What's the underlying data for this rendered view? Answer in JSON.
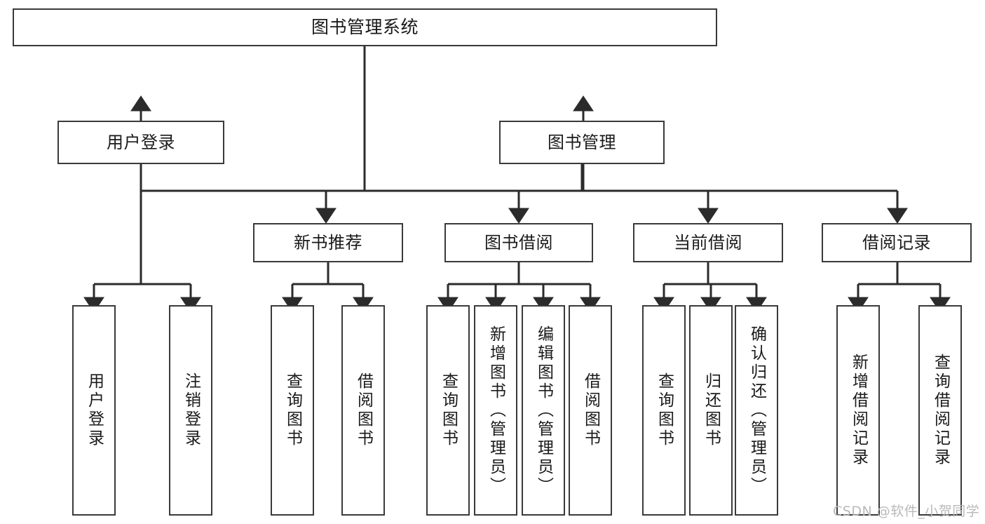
{
  "diagram": {
    "type": "tree-hierarchy",
    "title": "图书管理系统",
    "colors": {
      "box_border": "#3a3a3a",
      "box_fill": "#ffffff",
      "connector": "#2b2b2b",
      "text": "#1a1a1a",
      "watermark": "#b9b9b9"
    },
    "root": {
      "label": "图书管理系统"
    },
    "level2": [
      {
        "id": "user-login",
        "label": "用户登录"
      },
      {
        "id": "book-manage",
        "label": "图书管理"
      }
    ],
    "level3": [
      {
        "id": "new-book-rec",
        "label": "新书推荐"
      },
      {
        "id": "book-borrow",
        "label": "图书借阅"
      },
      {
        "id": "current-borrow",
        "label": "当前借阅"
      },
      {
        "id": "borrow-record",
        "label": "借阅记录"
      }
    ],
    "leaves": {
      "user_login": [
        {
          "id": "leaf-user-login",
          "label": "用户登录"
        },
        {
          "id": "leaf-logout",
          "label": "注销登录"
        }
      ],
      "new_book_rec": [
        {
          "id": "leaf-query-book-1",
          "label": "查询图书"
        },
        {
          "id": "leaf-borrow-book-1",
          "label": "借阅图书"
        }
      ],
      "book_borrow": [
        {
          "id": "leaf-query-book-2",
          "label": "查询图书"
        },
        {
          "id": "leaf-add-book",
          "label": "新增图书（管理员）"
        },
        {
          "id": "leaf-edit-book",
          "label": "编辑图书（管理员）"
        },
        {
          "id": "leaf-borrow-book-2",
          "label": "借阅图书"
        }
      ],
      "current_borrow": [
        {
          "id": "leaf-query-book-3",
          "label": "查询图书"
        },
        {
          "id": "leaf-return-book",
          "label": "归还图书"
        },
        {
          "id": "leaf-confirm-return",
          "label": "确认归还（管理员）"
        }
      ],
      "borrow_record": [
        {
          "id": "leaf-add-record",
          "label": "新增借阅记录"
        },
        {
          "id": "leaf-query-record",
          "label": "查询借阅记录"
        }
      ]
    }
  },
  "watermark": {
    "text": "CSDN @软件_小贺同学"
  }
}
